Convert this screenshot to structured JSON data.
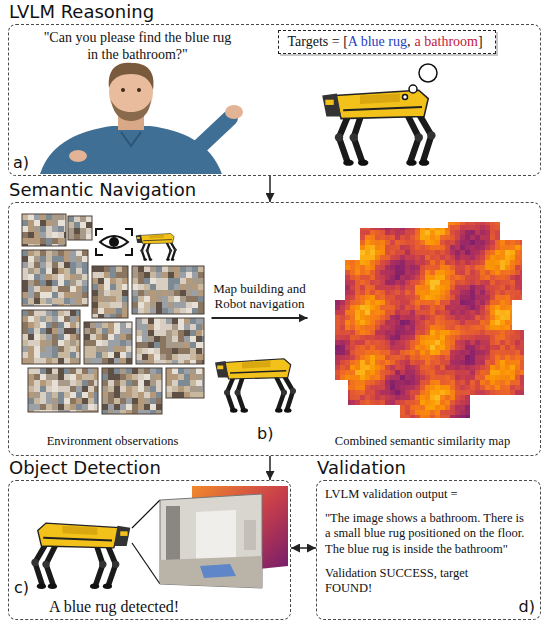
{
  "diagram": {
    "nodes": [
      {
        "text": [
          "LVLM Reasoning",
          "a)"
        ]
      },
      {
        "text": [
          "Targets = [",
          "A blue rug",
          ",",
          "a bathroom",
          "]"
        ],
        "in": 0
      },
      {
        "text": [
          "Semantic Navigation",
          "b)"
        ]
      },
      {
        "text": [
          "Environment observations"
        ],
        "in": 2
      },
      {
        "text": [
          "Combined semantic similarity map"
        ],
        "in": 2
      },
      {
        "text": [
          "Object Detection",
          "c)",
          "A blue rug detected!"
        ]
      },
      {
        "text": [
          "Validation",
          "d)",
          "LVLM validation output =",
          "\"The image shows a bathroom. There is a small blue rug positioned on the floor. The blue rug is inside the bathroom\"",
          "Validation SUCCESS, target FOUND!"
        ]
      }
    ],
    "edges": [
      {
        "from": 0,
        "to": 2,
        "arrow": "to"
      },
      {
        "from": 3,
        "to": 4,
        "label": "Map building and Robot navigation",
        "arrow": "to"
      },
      {
        "from": 2,
        "to": 5,
        "arrow": "to"
      },
      {
        "from": 5,
        "to": 6,
        "arrow": "both"
      }
    ],
    "labels": [
      "\"Can you please find the blue rug in the bathroom?\""
    ]
  }
}
